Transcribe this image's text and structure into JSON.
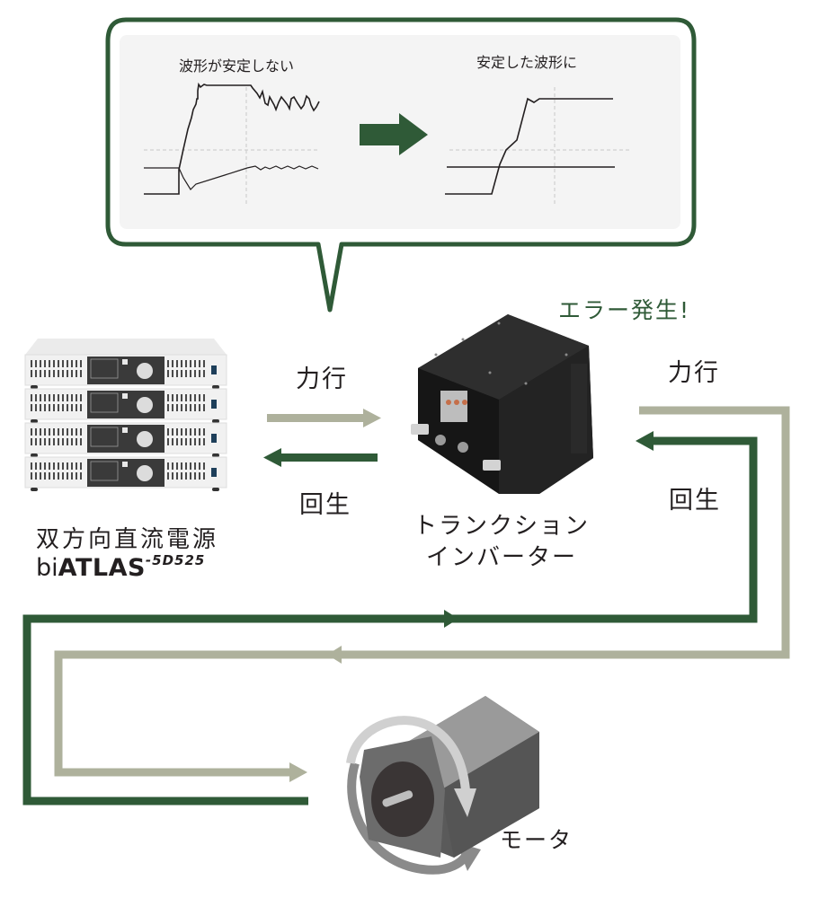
{
  "colors": {
    "accent_dark_green": "#2f5a37",
    "accent_sage": "#aeb19c",
    "bubble_fill": "#f4f4f4",
    "text": "#231f20",
    "error_text": "#2f5a37"
  },
  "callout": {
    "before_title": "波形が安定しない",
    "after_title": "安定した波形に",
    "transition_icon": "right-arrow-icon"
  },
  "error_label": "エラー発生!",
  "power_supply": {
    "icon": "rack-power-supply-icon",
    "unit_count": 4,
    "name": "双方向直流電源",
    "model_main": "biATLAS",
    "model_suffix": "-5D525"
  },
  "inverter": {
    "icon": "inverter-box-icon",
    "name_line1": "トランクション",
    "name_line2": "インバーター"
  },
  "motor": {
    "icon": "motor-icon",
    "name": "モータ"
  },
  "flows": {
    "left_power_running": "力行",
    "left_regen": "回生",
    "right_power_running": "力行",
    "right_regen": "回生"
  }
}
